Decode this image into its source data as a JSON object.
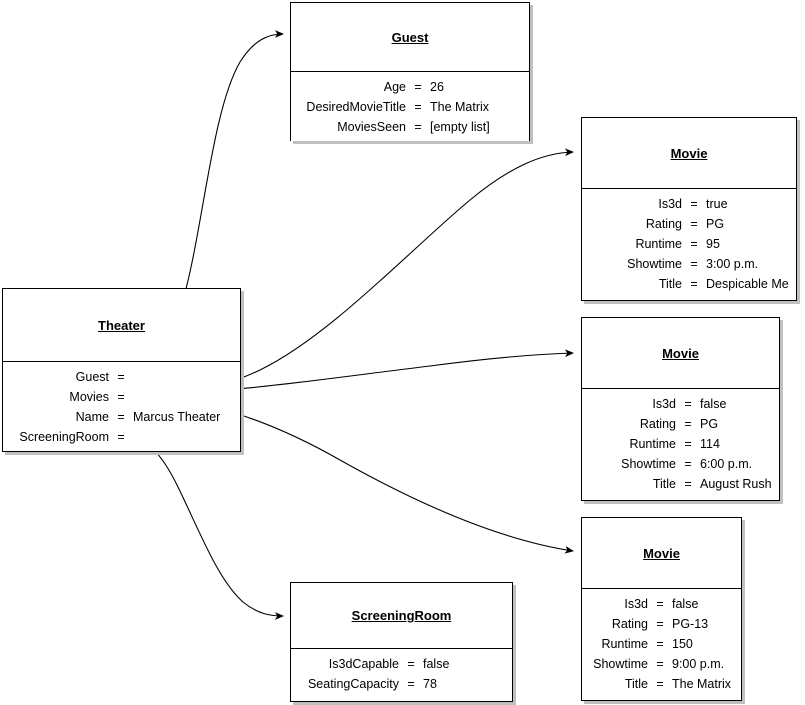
{
  "diagram": {
    "type": "object-diagram",
    "background_color": "#ffffff",
    "line_color": "#000000",
    "shadow_color": "#c0c0c0"
  },
  "objects": [
    {
      "id": "guest",
      "title": "Guest",
      "attributes": [
        {
          "name": "Age",
          "eq": "=",
          "value": "26"
        },
        {
          "name": "DesiredMovieTitle",
          "eq": "=",
          "value": "The Matrix"
        },
        {
          "name": "MoviesSeen",
          "eq": "=",
          "value": "[empty list]"
        }
      ]
    },
    {
      "id": "theater",
      "title": "Theater",
      "attributes": [
        {
          "name": "Guest",
          "eq": "=",
          "value": ""
        },
        {
          "name": "Movies",
          "eq": "=",
          "value": ""
        },
        {
          "name": "Name",
          "eq": "=",
          "value": "Marcus Theater"
        },
        {
          "name": "ScreeningRoom",
          "eq": "=",
          "value": ""
        }
      ]
    },
    {
      "id": "movie1",
      "title": "Movie",
      "attributes": [
        {
          "name": "Is3d",
          "eq": "=",
          "value": "true"
        },
        {
          "name": "Rating",
          "eq": "=",
          "value": "PG"
        },
        {
          "name": "Runtime",
          "eq": "=",
          "value": "95"
        },
        {
          "name": "Showtime",
          "eq": "=",
          "value": "3:00 p.m."
        },
        {
          "name": "Title",
          "eq": "=",
          "value": "Despicable Me"
        }
      ]
    },
    {
      "id": "movie2",
      "title": "Movie",
      "attributes": [
        {
          "name": "Is3d",
          "eq": "=",
          "value": "false"
        },
        {
          "name": "Rating",
          "eq": "=",
          "value": "PG"
        },
        {
          "name": "Runtime",
          "eq": "=",
          "value": "114"
        },
        {
          "name": "Showtime",
          "eq": "=",
          "value": "6:00 p.m."
        },
        {
          "name": "Title",
          "eq": "=",
          "value": "August Rush"
        }
      ]
    },
    {
      "id": "movie3",
      "title": "Movie",
      "attributes": [
        {
          "name": "Is3d",
          "eq": "=",
          "value": "false"
        },
        {
          "name": "Rating",
          "eq": "=",
          "value": "PG-13"
        },
        {
          "name": "Runtime",
          "eq": "=",
          "value": "150"
        },
        {
          "name": "Showtime",
          "eq": "=",
          "value": "9:00 p.m."
        },
        {
          "name": "Title",
          "eq": "=",
          "value": "The Matrix"
        }
      ]
    },
    {
      "id": "screeningroom",
      "title": "ScreeningRoom",
      "attributes": [
        {
          "name": "Is3dCapable",
          "eq": "=",
          "value": "false"
        },
        {
          "name": "SeatingCapacity",
          "eq": "=",
          "value": "78"
        }
      ]
    }
  ],
  "links": [
    {
      "from": "theater.Guest",
      "to": "guest"
    },
    {
      "from": "theater.Movies",
      "to": "movie1"
    },
    {
      "from": "theater.Movies",
      "to": "movie2"
    },
    {
      "from": "theater.Movies",
      "to": "movie3"
    },
    {
      "from": "theater.ScreeningRoom",
      "to": "screeningroom"
    }
  ]
}
